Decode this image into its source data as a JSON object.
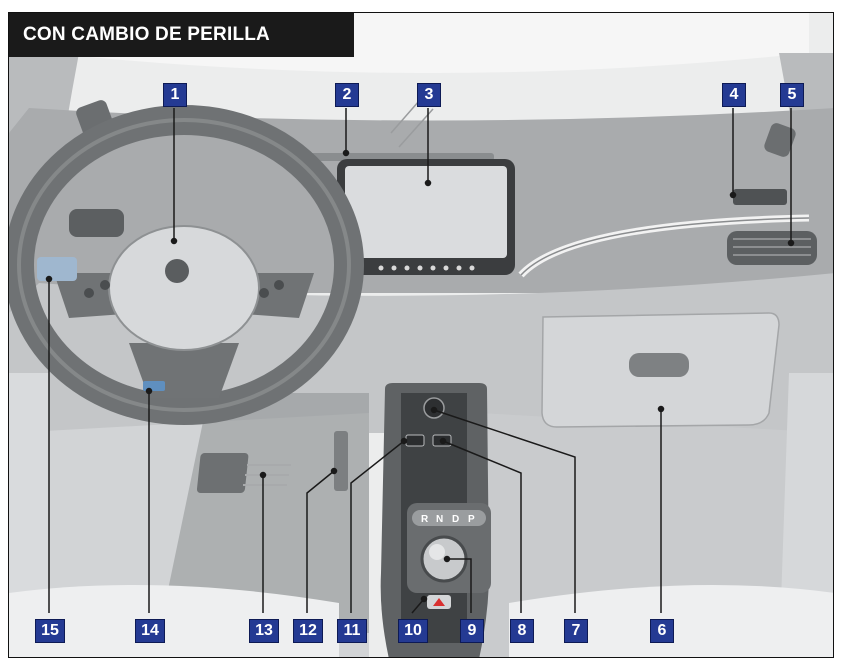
{
  "header": {
    "title": "CON CAMBIO DE PERILLA"
  },
  "callouts": [
    {
      "id": "1",
      "label": "1"
    },
    {
      "id": "2",
      "label": "2"
    },
    {
      "id": "3",
      "label": "3"
    },
    {
      "id": "4",
      "label": "4"
    },
    {
      "id": "5",
      "label": "5"
    },
    {
      "id": "6",
      "label": "6"
    },
    {
      "id": "7",
      "label": "7"
    },
    {
      "id": "8",
      "label": "8"
    },
    {
      "id": "9",
      "label": "9"
    },
    {
      "id": "10",
      "label": "10"
    },
    {
      "id": "11",
      "label": "11"
    },
    {
      "id": "12",
      "label": "12"
    },
    {
      "id": "13",
      "label": "13"
    },
    {
      "id": "14",
      "label": "14"
    },
    {
      "id": "15",
      "label": "15"
    }
  ],
  "gear_selector": {
    "r": "R",
    "n": "N",
    "d": "D",
    "p": "P"
  },
  "colors": {
    "callout_fill": "#243a93",
    "header_fill": "#1a1a1a",
    "leader_line": "#1a1a1a"
  }
}
